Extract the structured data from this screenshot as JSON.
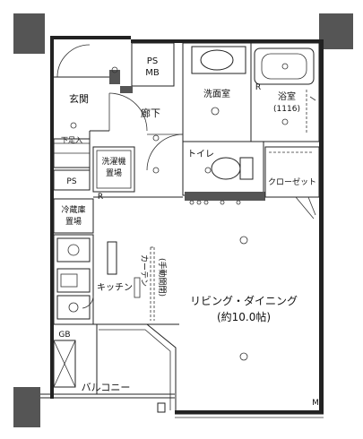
{
  "rooms": {
    "ps_mb": {
      "line1": "PS",
      "line2": "MB"
    },
    "genkan": "玄関",
    "rouka": "廊下",
    "senmenshitsu": "洗面室",
    "yokushitsu": {
      "line1": "浴室",
      "line2": "(1116)"
    },
    "shitasoku": "下足入",
    "ps": "PS",
    "sentakuki": {
      "line1": "洗濯機",
      "line2": "置場"
    },
    "toilet": "トイレ",
    "closet": "クローゼット",
    "reizouko": {
      "line1": "冷蔵庫",
      "line2": "置場"
    },
    "kitchen": "キッチン",
    "ldk": {
      "line1": "リビング・ダイニング",
      "line2": "(約10.0帖)"
    },
    "curtain": "カーテン",
    "curtain_paren": "(手動開閉)",
    "gb": "GB",
    "balcony": "バルコニー"
  },
  "marks": {
    "r1": "R",
    "r2": "R",
    "m": "M"
  }
}
